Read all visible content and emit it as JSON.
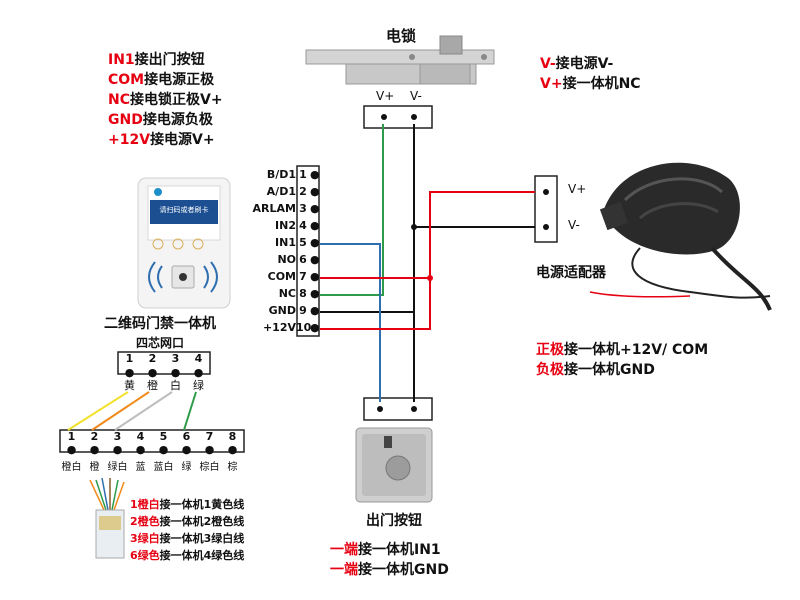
{
  "lock": {
    "title": "电锁",
    "vplus": "V+",
    "vminus": "V-"
  },
  "lock_notes": [
    {
      "k": "V-",
      "v": "接电源V-"
    },
    {
      "k": "V+",
      "v": "接一体机NC"
    }
  ],
  "left_notes": [
    {
      "k": "IN1",
      "v": "接出门按钮"
    },
    {
      "k": "COM",
      "v": "接电源正极"
    },
    {
      "k": "NC",
      "v": "接电锁正极V+"
    },
    {
      "k": "GND",
      "v": "接电源负极"
    },
    {
      "k": "+12V",
      "v": "接电源V+"
    }
  ],
  "device": {
    "label": "二维码门禁一体机",
    "screen_text": "请扫码或者刷卡"
  },
  "terminal": [
    {
      "name": "B/D1",
      "num": "1"
    },
    {
      "name": "A/D1",
      "num": "2"
    },
    {
      "name": "ARLAM",
      "num": "3"
    },
    {
      "name": "IN2",
      "num": "4"
    },
    {
      "name": "IN1",
      "num": "5"
    },
    {
      "name": "NO",
      "num": "6"
    },
    {
      "name": "COM",
      "num": "7"
    },
    {
      "name": "NC",
      "num": "8"
    },
    {
      "name": "GND",
      "num": "9"
    },
    {
      "name": "+12V",
      "num": "10"
    }
  ],
  "four_core": {
    "title": "四芯网口",
    "pins": [
      "1",
      "2",
      "3",
      "4"
    ],
    "colors": [
      "黄",
      "橙",
      "白",
      "绿"
    ]
  },
  "rj45": {
    "pins": [
      "1",
      "2",
      "3",
      "4",
      "5",
      "6",
      "7",
      "8"
    ],
    "colors": [
      "橙白",
      "橙",
      "绿白",
      "蓝",
      "蓝白",
      "绿",
      "棕白",
      "棕"
    ]
  },
  "rj45_notes": [
    {
      "k": "1橙白",
      "v": "接一体机1黄色线"
    },
    {
      "k": "2橙色",
      "v": "接一体机2橙色线"
    },
    {
      "k": "3绿白",
      "v": "接一体机3绿白线"
    },
    {
      "k": "6绿色",
      "v": "接一体机4绿色线"
    }
  ],
  "adapter": {
    "title": "电源适配器",
    "vplus": "V+",
    "vminus": "V-"
  },
  "adapter_notes": [
    {
      "k": "正极",
      "v": "接一体机+12V/ COM"
    },
    {
      "k": "负极",
      "v": "接一体机GND"
    }
  ],
  "button": {
    "title": "出门按钮"
  },
  "button_notes": [
    {
      "k": "一端",
      "v": "接一体机IN1"
    },
    {
      "k": "一端",
      "v": "接一体机GND"
    }
  ],
  "colors": {
    "red": "#e60012",
    "green": "#2e9b4a",
    "blue": "#2f6fb0",
    "black": "#111111"
  }
}
